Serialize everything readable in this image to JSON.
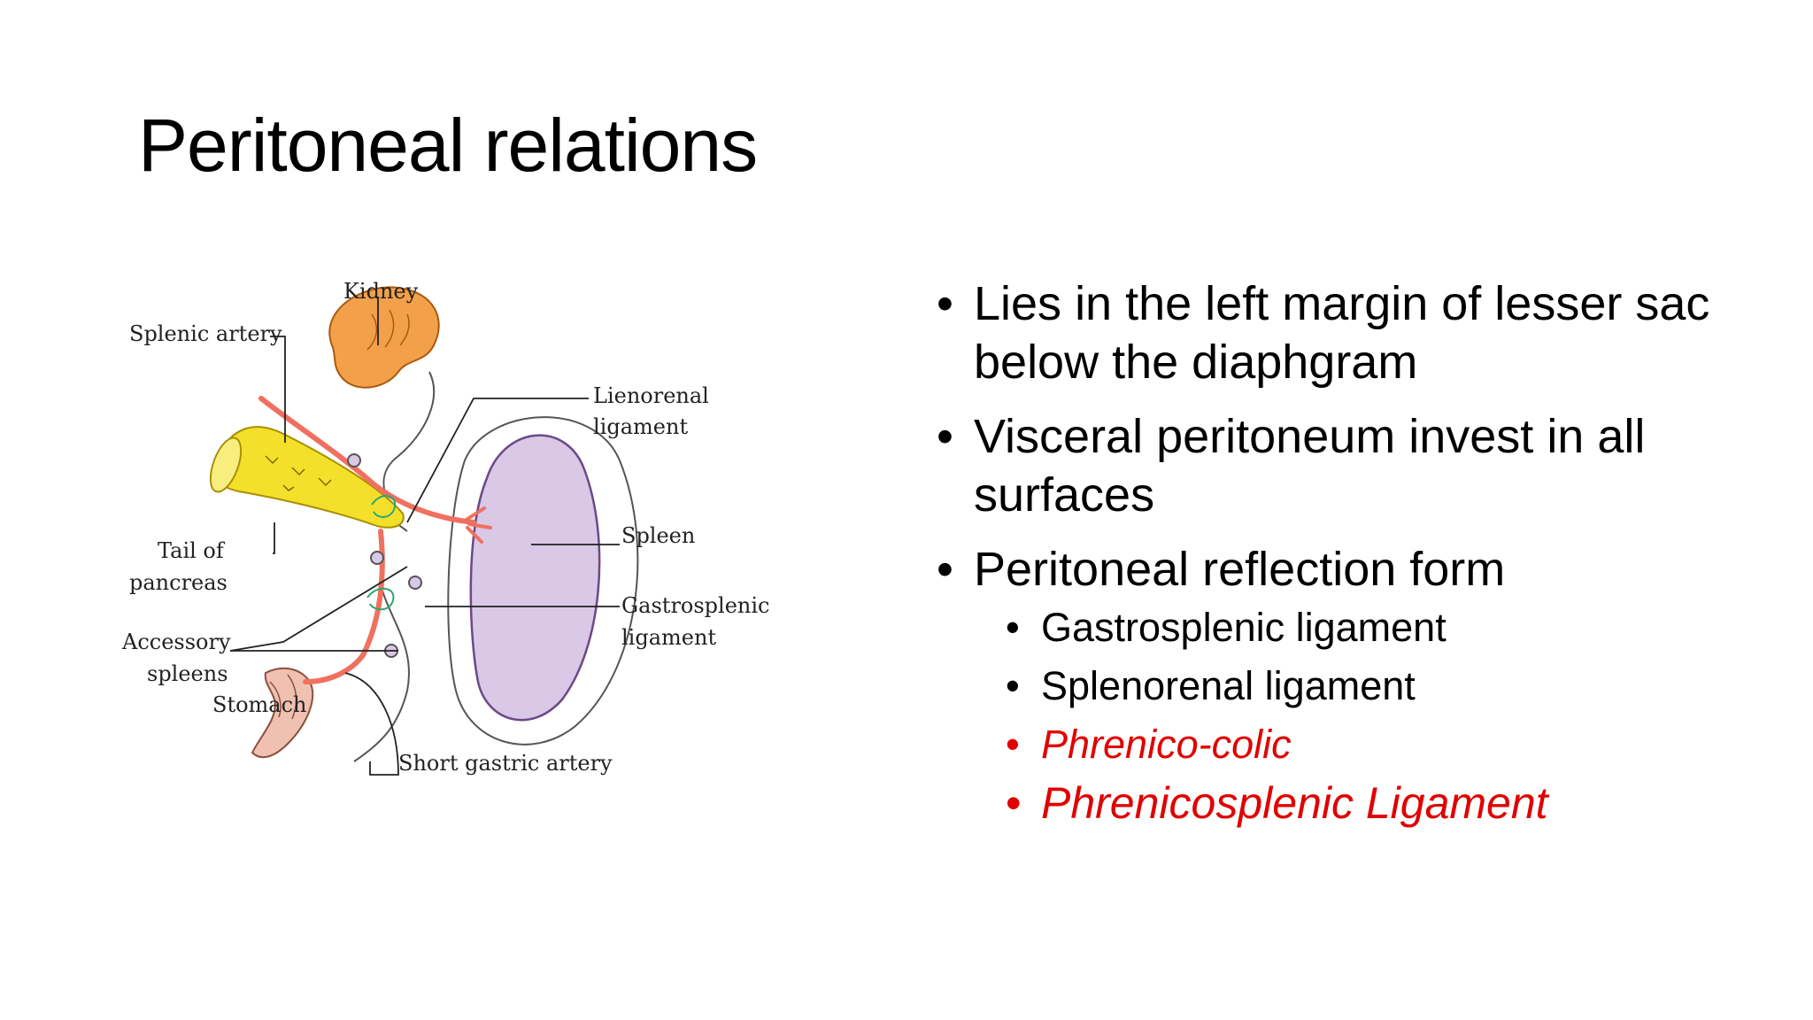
{
  "slide": {
    "title": "Peritoneal relations"
  },
  "figure": {
    "labels": {
      "kidney": "Kidney",
      "splenic_artery": "Splenic artery",
      "lienorenal_1": "Lienorenal",
      "lienorenal_2": "ligament",
      "spleen": "Spleen",
      "tail_1": "Tail of",
      "tail_2": "pancreas",
      "gastrosplenic_1": "Gastrosplenic",
      "gastrosplenic_2": "ligament",
      "accessory_1": "Accessory",
      "accessory_2": "spleens",
      "stomach": "Stomach",
      "short_gastric": "Short gastric artery"
    },
    "colors": {
      "kidney": "#f3a04a",
      "pancreas": "#f4e02a",
      "spleen": "#d9c8e6",
      "artery": "#f07060",
      "stomach": "#f0c0b0",
      "ligament": "#2aa870"
    }
  },
  "bullets": [
    {
      "text": "Lies in the left margin of lesser sac below the diaphgram"
    },
    {
      "text": "Visceral peritoneum invest in all surfaces"
    },
    {
      "text": "Peritoneal reflection form"
    }
  ],
  "sub_bullets": [
    {
      "text": "Gastrosplenic ligament",
      "color": "#000000"
    },
    {
      "text": "Splenorenal ligament",
      "color": "#000000"
    },
    {
      "text": "Phrenico-colic",
      "color": "#e00000"
    },
    {
      "text": "Phrenicosplenic Ligament",
      "color": "#e00000"
    }
  ],
  "bullet_glyph": "•"
}
